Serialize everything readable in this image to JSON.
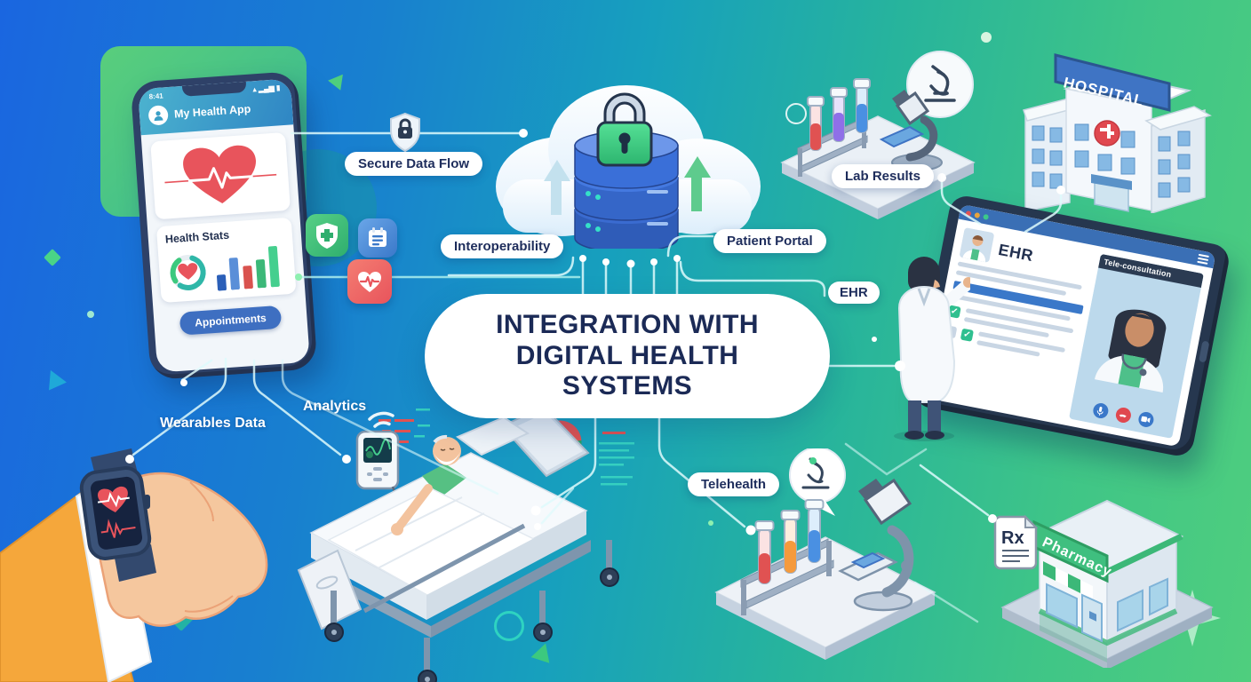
{
  "title": "INTEGRATION WITH DIGITAL HEALTH SYSTEMS",
  "labels": {
    "secure_data_flow": "Secure Data Flow",
    "interoperability": "Interoperability",
    "patient_portal": "Patient Portal",
    "ehr": "EHR",
    "lab_results": "Lab Results",
    "telehealth": "Telehealth",
    "wearables_data": "Wearables Data",
    "analytics": "Analytics"
  },
  "phone": {
    "status_time": "8:41",
    "app_name": "My Health App",
    "stats_card_title": "Health Stats",
    "appointments_button": "Appointments"
  },
  "tablet": {
    "ehr_title": "EHR",
    "teleconsultation_banner": "Tele-consultation",
    "check_glyph": "✓"
  },
  "hospital": {
    "sign": "HOSPITAL"
  },
  "pharmacy": {
    "sign": "Pharmacy",
    "rx_label": "Rx"
  },
  "colors": {
    "bg_blue": "#1a66e0",
    "bg_teal": "#17a0bd",
    "bg_green": "#4fce7e",
    "pill_text": "#1e2d5c",
    "accent_red": "#e8545c",
    "accent_green": "#3cc97e",
    "database_blue": "#3a6fd8",
    "lock_green": "#3ed17f",
    "line_cyan": "#d8f6f8"
  }
}
